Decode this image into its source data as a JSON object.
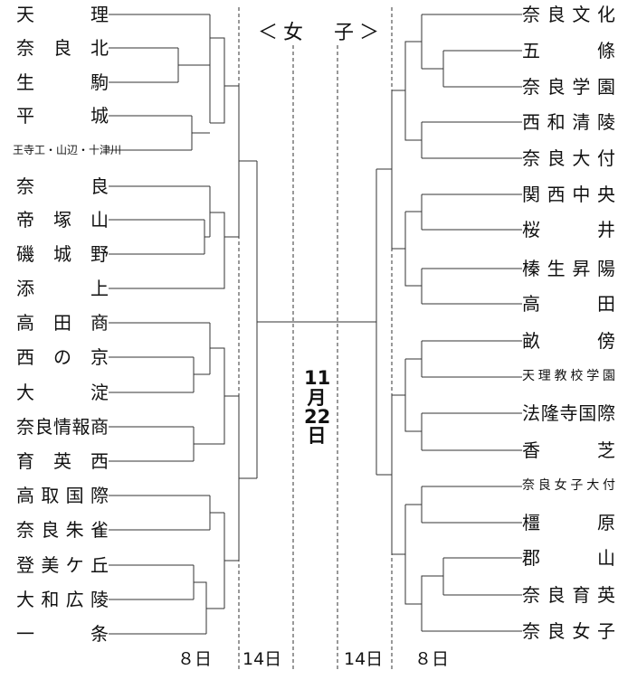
{
  "title": "＜女　子＞",
  "date_center": [
    "11",
    "月",
    "22",
    "日"
  ],
  "round_dates": [
    "８日",
    "14日",
    "14日",
    "８日"
  ],
  "left_teams": [
    "天理",
    "奈良北",
    "生駒",
    "平城",
    "王寺工・山辺・十津川",
    "奈良",
    "帝塚山",
    "磯城野",
    "添上",
    "高田商",
    "西の京",
    "大淀",
    "奈良情報商",
    "育英西",
    "高取国際",
    "奈良朱雀",
    "登美ケ丘",
    "大和広陵",
    "一条"
  ],
  "right_teams": [
    "奈良文化",
    "五條",
    "奈良学園",
    "西和清陵",
    "奈良大付",
    "関西中央",
    "桜井",
    "榛生昇陽",
    "高田",
    "畝傍",
    "天理教校学園",
    "法隆寺国際",
    "香芝",
    "奈良女子大付",
    "橿原",
    "郡山",
    "奈良育英",
    "奈良女子"
  ],
  "colors": {
    "line": "#333333",
    "text": "#111111"
  }
}
